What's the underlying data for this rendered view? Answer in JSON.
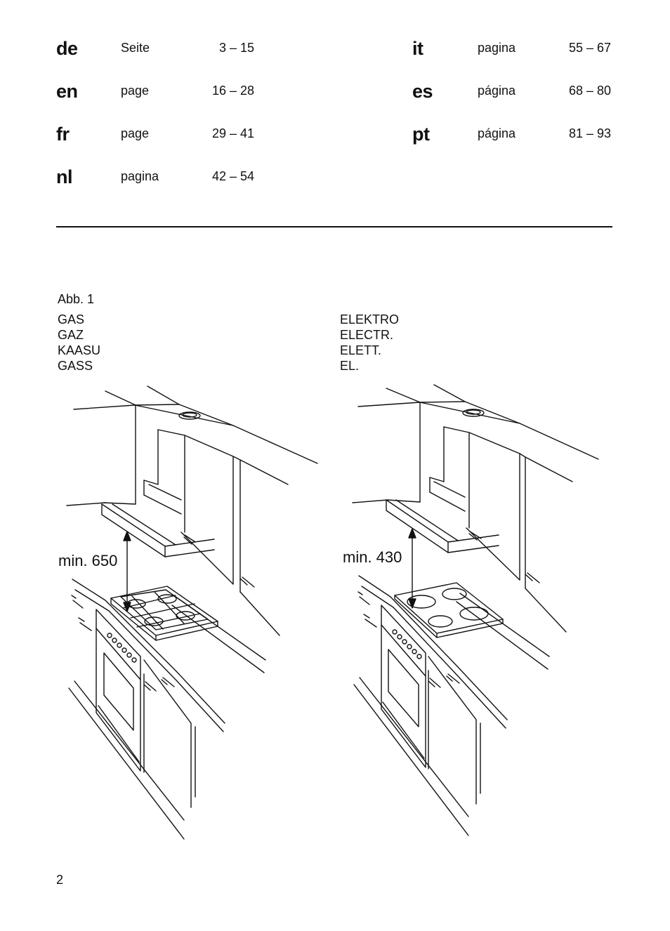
{
  "languages": {
    "left": [
      {
        "code": "de",
        "word": "Seite",
        "pages": "3 – 15"
      },
      {
        "code": "en",
        "word": "page",
        "pages": "16 – 28"
      },
      {
        "code": "fr",
        "word": "page",
        "pages": "29 – 41"
      },
      {
        "code": "nl",
        "word": "pagina",
        "pages": "42 – 54"
      }
    ],
    "right": [
      {
        "code": "it",
        "word": "pagina",
        "pages": "55 – 67"
      },
      {
        "code": "es",
        "word": "página",
        "pages": "68 – 80"
      },
      {
        "code": "pt",
        "word": "página",
        "pages": "81 – 93"
      }
    ]
  },
  "figure": {
    "label": "Abb. 1",
    "gas": {
      "labels": [
        "GAS",
        "GAZ",
        "KAASU",
        "GASS"
      ],
      "min_distance": "min. 650"
    },
    "electric": {
      "labels": [
        "ELEKTRO",
        "ELECTR.",
        "ELETT.",
        "EL."
      ],
      "min_distance": "min. 430"
    }
  },
  "page_number": "2"
}
